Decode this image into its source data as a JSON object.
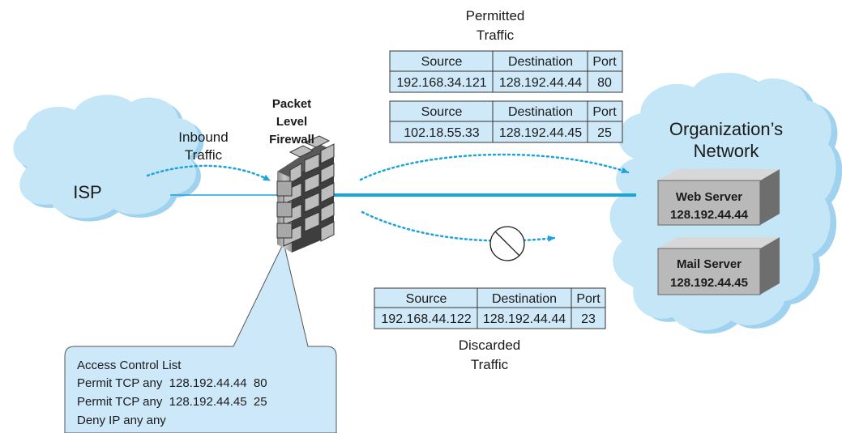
{
  "isp": {
    "label": "ISP"
  },
  "inbound": {
    "line1": "Inbound",
    "line2": "Traffic"
  },
  "firewall": {
    "line1": "Packet",
    "line2": "Level",
    "line3": "Firewall"
  },
  "permitted": {
    "line1": "Permitted",
    "line2": "Traffic",
    "tables": [
      {
        "headers": [
          "Source",
          "Destination",
          "Port"
        ],
        "row": [
          "192.168.34.121",
          "128.192.44.44",
          "80"
        ]
      },
      {
        "headers": [
          "Source",
          "Destination",
          "Port"
        ],
        "row": [
          "102.18.55.33",
          "128.192.44.45",
          "25"
        ]
      }
    ]
  },
  "discarded": {
    "line1": "Discarded",
    "line2": "Traffic",
    "table": {
      "headers": [
        "Source",
        "Destination",
        "Port"
      ],
      "row": [
        "192.168.44.122",
        "128.192.44.44",
        "23"
      ]
    }
  },
  "network": {
    "line1": "Organization’s",
    "line2": "Network",
    "web_server": {
      "name": "Web Server",
      "ip": "128.192.44.44"
    },
    "mail_server": {
      "name": "Mail Server",
      "ip": "128.192.44.45"
    }
  },
  "acl": {
    "title": "Access Control List",
    "rules": [
      "Permit TCP any  128.192.44.44  80",
      "Permit TCP any  128.192.44.45  25",
      "Deny IP any any"
    ]
  },
  "colors": {
    "cloud_fill": "#c5e6f7",
    "cloud_shadow": "#9fd2ee",
    "line_blue": "#1aa3dc",
    "table_fill": "#cfe9f8",
    "callout_fill": "#cde9f9"
  }
}
